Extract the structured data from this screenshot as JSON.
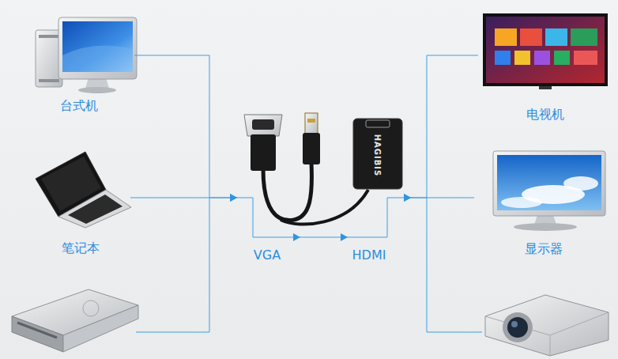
{
  "diagram": {
    "nodes": [
      {
        "text": [
          "台式机"
        ]
      },
      {
        "text": [
          "笔记本"
        ]
      },
      {
        "text": [
          "VGA"
        ]
      },
      {
        "text": [
          "HDMI"
        ]
      },
      {
        "text": [
          "电视机"
        ]
      },
      {
        "text": [
          "显示器"
        ]
      }
    ],
    "edges": [
      {
        "from": 0,
        "to": 2,
        "arrow": "to"
      },
      {
        "from": 1,
        "to": 2,
        "arrow": "to"
      },
      {
        "from": 2,
        "to": 3,
        "arrow": "to"
      },
      {
        "from": 3,
        "to": 4,
        "arrow": "to"
      },
      {
        "from": 3,
        "to": 5,
        "arrow": "to"
      }
    ],
    "labels": [
      "HAGIBIS"
    ]
  }
}
